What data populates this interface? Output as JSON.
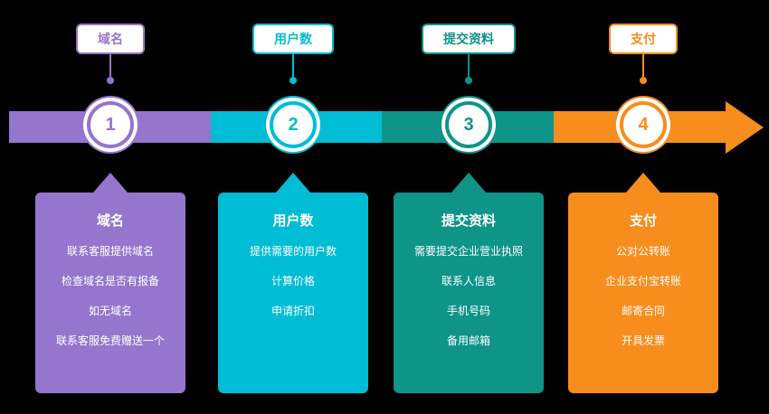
{
  "colors": {
    "background": "#000000",
    "step_purple": "#9575cd",
    "step_cyan": "#00bcd4",
    "step_teal": "#0f9488",
    "step_orange": "#f78d1d"
  },
  "steps": [
    {
      "label": "域名",
      "number": "1",
      "color": "#9575cd",
      "card": {
        "title": "域名",
        "items": [
          "联系客服提供域名",
          "检查域名是否有报备",
          "如无域名",
          "联系客服免费赠送一个"
        ]
      }
    },
    {
      "label": "用户数",
      "number": "2",
      "color": "#00bcd4",
      "card": {
        "title": "用户数",
        "items": [
          "提供需要的用户数",
          "计算价格",
          "申请折扣"
        ]
      }
    },
    {
      "label": "提交资料",
      "number": "3",
      "color": "#0f9488",
      "card": {
        "title": "提交资料",
        "items": [
          "需要提交企业营业执照",
          "联系人信息",
          "手机号码",
          "备用邮箱"
        ]
      }
    },
    {
      "label": "支付",
      "number": "4",
      "color": "#f78d1d",
      "card": {
        "title": "支付",
        "items": [
          "公对公转账",
          "企业支付宝转账",
          "邮寄合同",
          "开具发票"
        ]
      }
    }
  ]
}
